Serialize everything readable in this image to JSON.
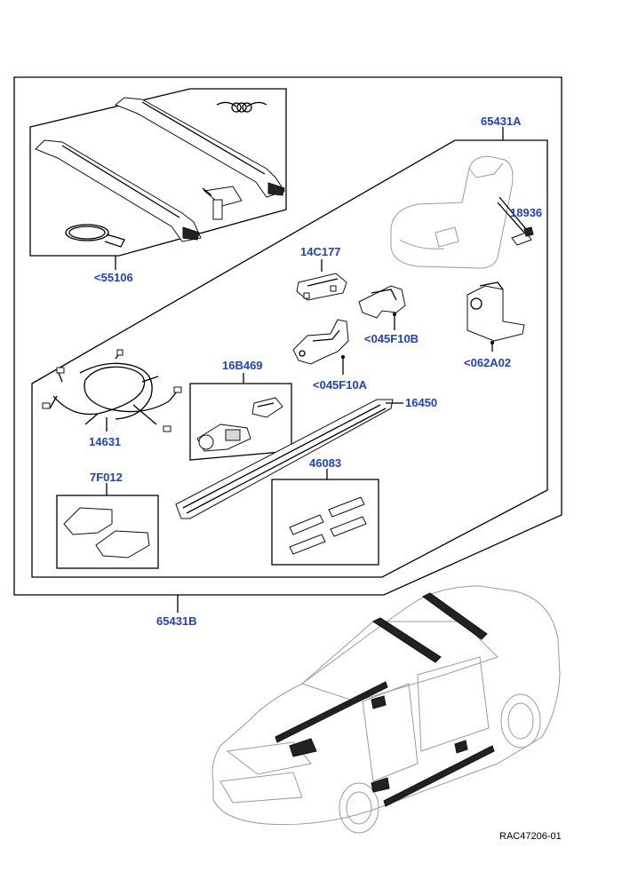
{
  "labels": {
    "crossbars_kit": "<55106",
    "upper_kit": "65431A",
    "seat_switch": "18936",
    "module": "14C177",
    "bracket_b": "<045F10B",
    "bracket_large": "<062A02",
    "bracket_a": "<045F10A",
    "actuator_kit": "16B469",
    "step": "16450",
    "harness": "14631",
    "pads": "46083",
    "covers": "7F012",
    "main_kit": "65431B"
  },
  "reference": "RAC47206-01",
  "colors": {
    "label": "#1f3fd1",
    "lines": "#000000",
    "ghost_vehicle": "#9a9a9a"
  }
}
